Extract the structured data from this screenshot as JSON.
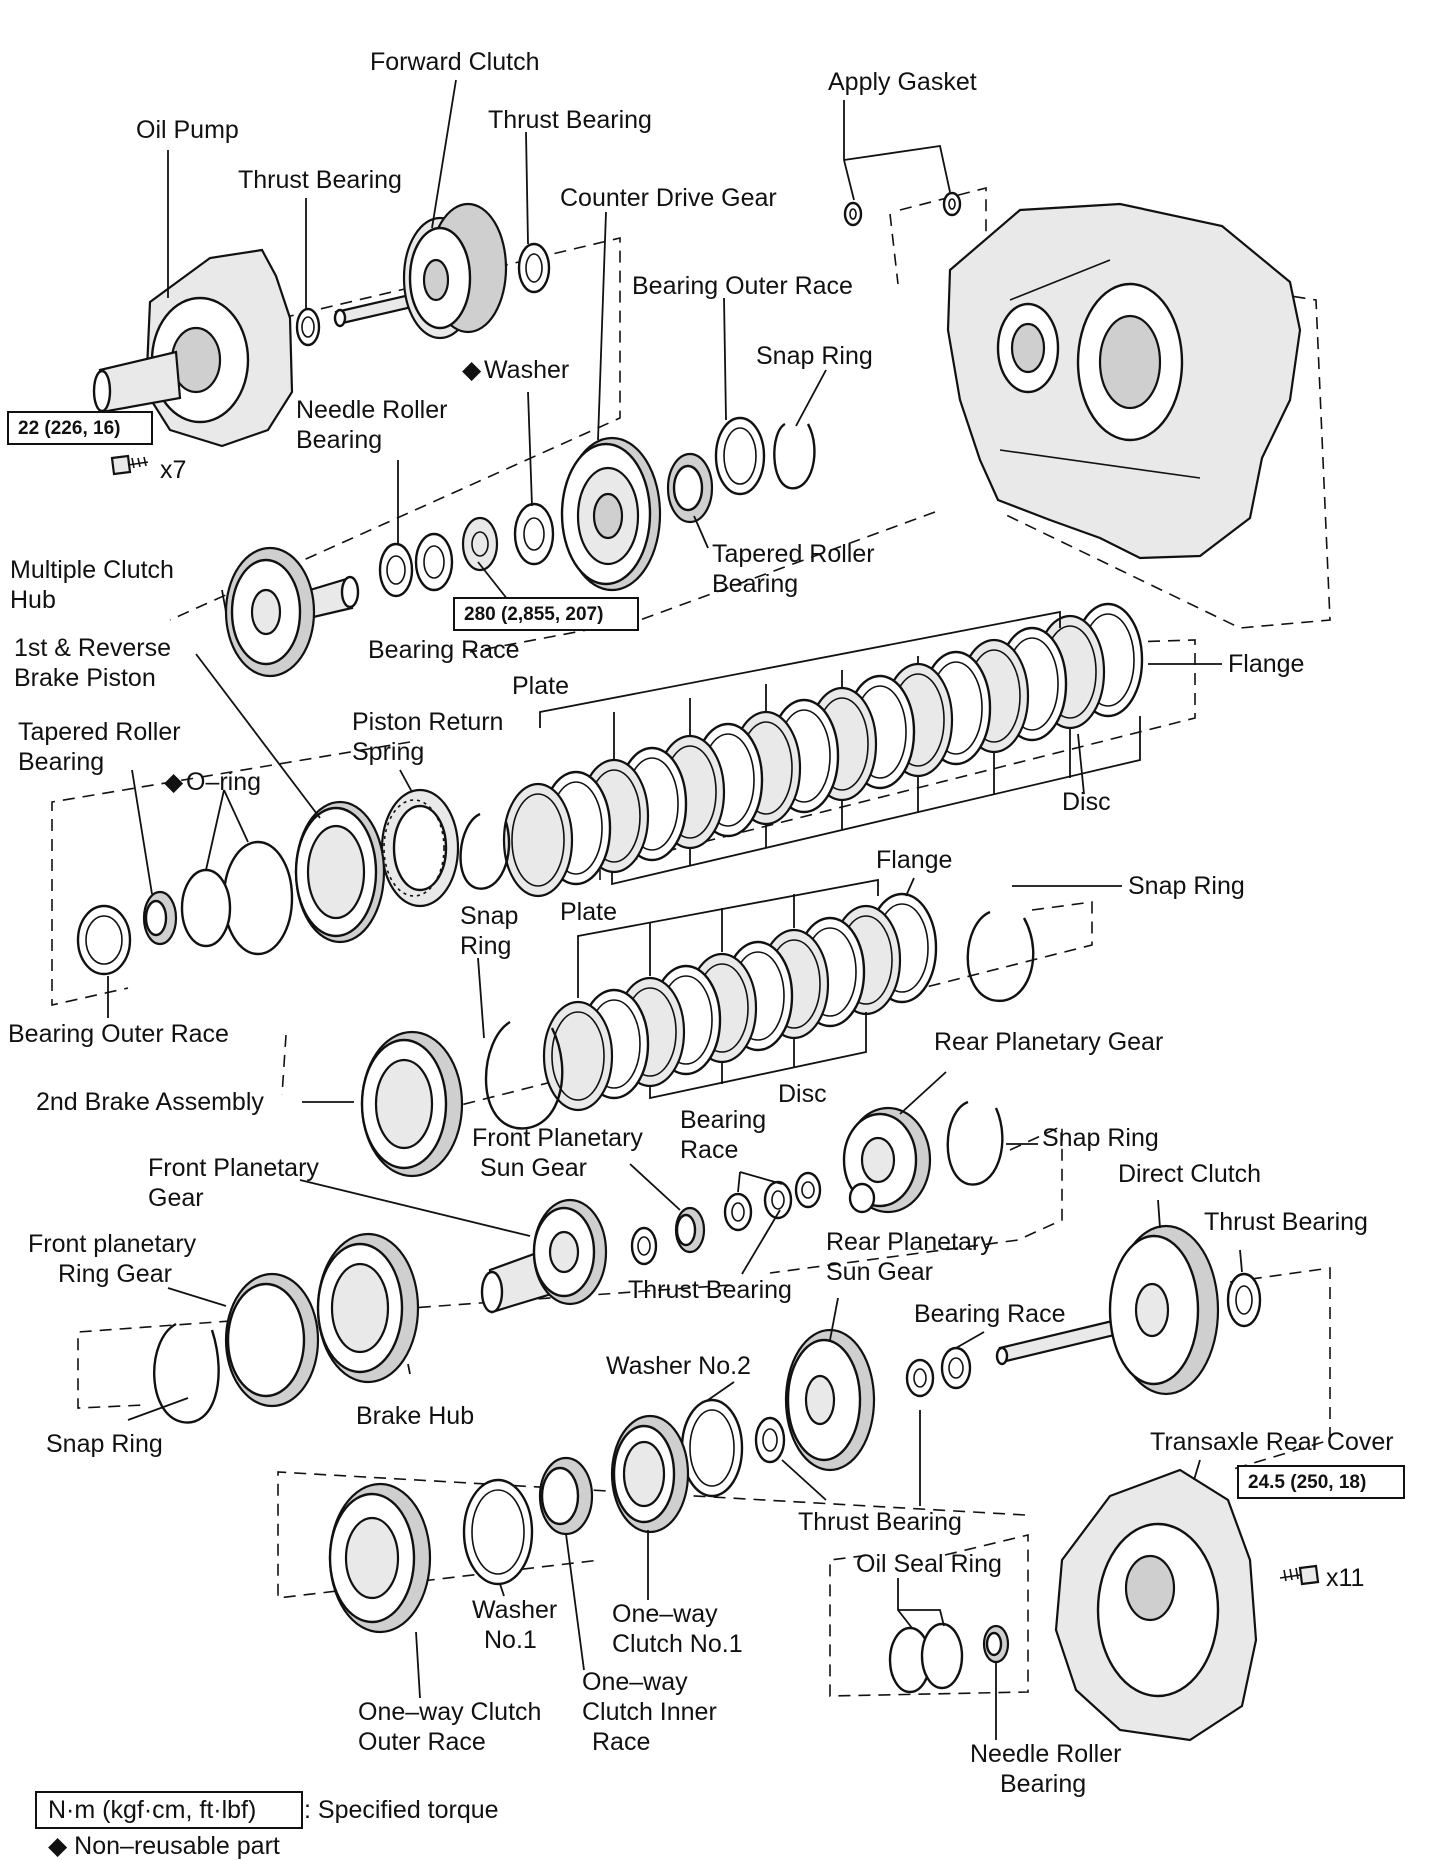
{
  "labels": {
    "forward_clutch": "Forward Clutch",
    "apply_gasket": "Apply Gasket",
    "oil_pump": "Oil Pump",
    "thrust_bearing_1": "Thrust Bearing",
    "thrust_bearing_2": "Thrust Bearing",
    "counter_drive_gear": "Counter Drive Gear",
    "bearing_outer_race_1": "Bearing Outer Race",
    "snap_ring_1": "Snap Ring",
    "washer_1": "Washer",
    "needle_roller_bearing_1_l1": "Needle Roller",
    "needle_roller_bearing_1_l2": "Bearing",
    "tapered_roller_bearing_1_l1": "Tapered Roller",
    "tapered_roller_bearing_1_l2": "Bearing",
    "multiple_clutch_hub_l1": "Multiple Clutch",
    "multiple_clutch_hub_l2": "Hub",
    "bearing_race_1": "Bearing Race",
    "first_reverse_brake_piston_l1": "1st & Reverse",
    "first_reverse_brake_piston_l2": "Brake Piston",
    "flange_1": "Flange",
    "plate_1": "Plate",
    "piston_return_spring_l1": "Piston Return",
    "piston_return_spring_l2": "Spring",
    "tapered_roller_bearing_2_l1": "Tapered Roller",
    "tapered_roller_bearing_2_l2": "Bearing",
    "o_ring": "O–ring",
    "disc_1": "Disc",
    "flange_2": "Flange",
    "snap_ring_2": "Snap Ring",
    "snap_ring_3_l1": "Snap",
    "snap_ring_3_l2": "Ring",
    "plate_2": "Plate",
    "bearing_outer_race_2": "Bearing Outer Race",
    "rear_planetary_gear": "Rear Planetary Gear",
    "second_brake_assembly": "2nd Brake Assembly",
    "disc_2": "Disc",
    "bearing_race_2_l1": "Bearing",
    "bearing_race_2_l2": "Race",
    "front_planetary_sun_gear_l1": "Front Planetary",
    "front_planetary_sun_gear_l2": "Sun Gear",
    "snap_ring_4": "Snap Ring",
    "front_planetary_gear_l1": "Front Planetary",
    "front_planetary_gear_l2": "Gear",
    "direct_clutch": "Direct Clutch",
    "thrust_bearing_3": "Thrust Bearing",
    "front_planetary_ring_gear_l1": "Front planetary",
    "front_planetary_ring_gear_l2": "Ring Gear",
    "rear_planetary_sun_gear_l1": "Rear Planetary",
    "rear_planetary_sun_gear_l2": "Sun Gear",
    "thrust_bearing_4": "Thrust Bearing",
    "bearing_race_3": "Bearing Race",
    "washer_no2": "Washer No.2",
    "brake_hub": "Brake Hub",
    "snap_ring_5": "Snap Ring",
    "transaxle_rear_cover": "Transaxle Rear Cover",
    "thrust_bearing_5": "Thrust Bearing",
    "oil_seal_ring": "Oil Seal Ring",
    "washer_no1_l1": "Washer",
    "washer_no1_l2": "No.1",
    "one_way_clutch_no1_l1": "One–way",
    "one_way_clutch_no1_l2": "Clutch No.1",
    "one_way_clutch_inner_race_l1": "One–way",
    "one_way_clutch_inner_race_l2": "Clutch Inner",
    "one_way_clutch_inner_race_l3": "Race",
    "one_way_clutch_outer_race_l1": "One–way Clutch",
    "one_way_clutch_outer_race_l2": "Outer Race",
    "needle_roller_bearing_2_l1": "Needle Roller",
    "needle_roller_bearing_2_l2": "Bearing"
  },
  "torque": {
    "oil_pump_bolt": "22 (226, 16)",
    "oil_pump_bolt_qty": "x7",
    "counter_drive_nut": "280 (2,855, 207)",
    "rear_cover_bolt": "24.5 (250, 18)",
    "rear_cover_bolt_qty": "x11"
  },
  "non_reusable_mark": "◆",
  "legend": {
    "torque_box": "N·m (kgf·cm, ft·lbf)",
    "torque_text": ": Specified torque",
    "non_reusable": "◆ Non–reusable part"
  }
}
